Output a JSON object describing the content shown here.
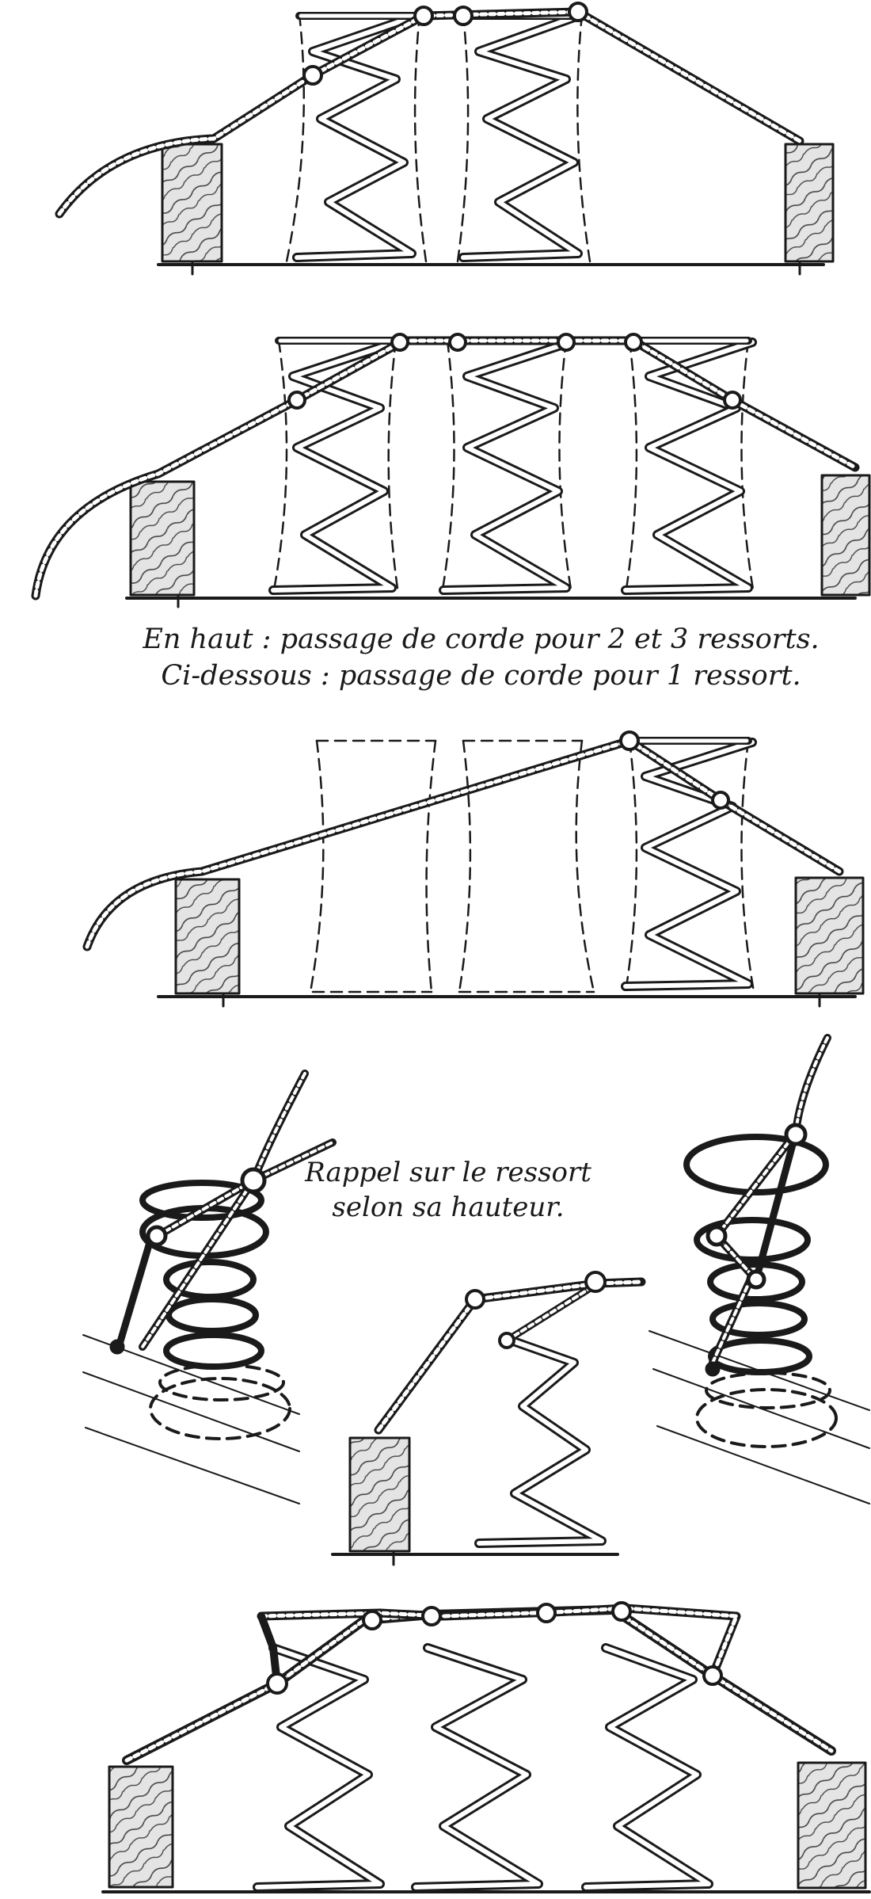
{
  "captions": {
    "top_line1": "En haut : passage de corde pour 2 et 3 ressorts.",
    "top_line2": "Ci-dessous : passage de corde pour 1 ressort.",
    "mid_line1": "Rappel sur le ressort",
    "mid_line2": "selon sa hauteur."
  },
  "colors": {
    "ink": "#1a1a1a",
    "wood": "#e4e4e4",
    "paper": "#ffffff"
  }
}
